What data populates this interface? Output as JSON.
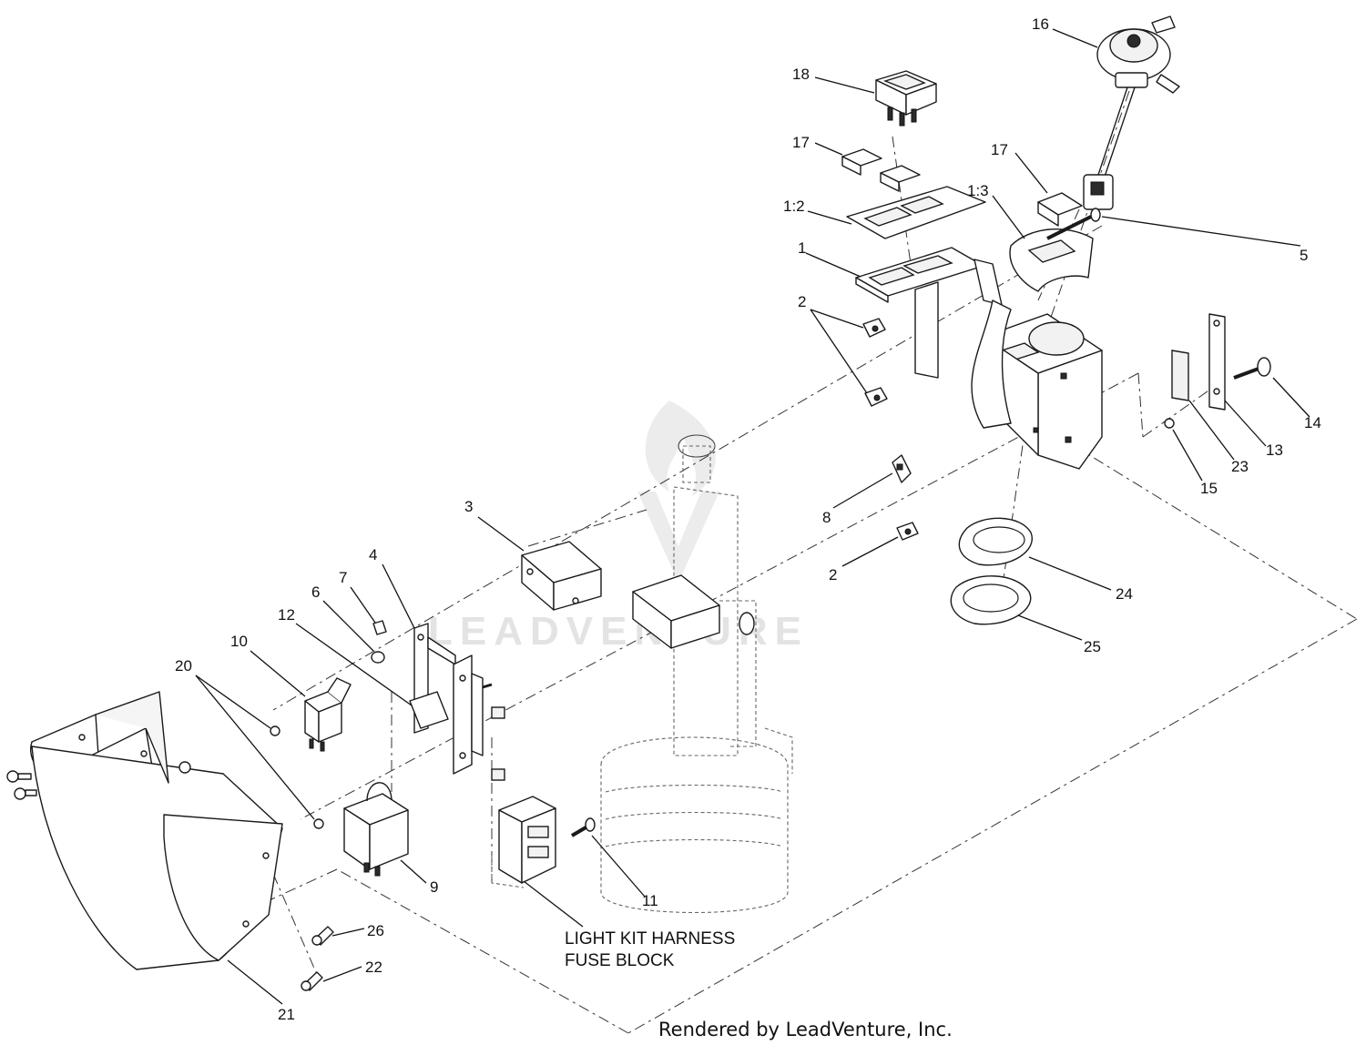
{
  "watermark": {
    "text": "LEADVENTURE"
  },
  "footer": {
    "credit": "Rendered by LeadVenture, Inc."
  },
  "note": {
    "line1": "LIGHT KIT HARNESS",
    "line2": "FUSE BLOCK"
  },
  "callouts": [
    {
      "id": "c16",
      "label": "16"
    },
    {
      "id": "c18",
      "label": "18"
    },
    {
      "id": "c17a",
      "label": "17"
    },
    {
      "id": "c17b",
      "label": "17"
    },
    {
      "id": "c12",
      "label": "1:2"
    },
    {
      "id": "c13",
      "label": "1:3"
    },
    {
      "id": "c1",
      "label": "1"
    },
    {
      "id": "c5",
      "label": "5"
    },
    {
      "id": "c2a",
      "label": "2"
    },
    {
      "id": "c14",
      "label": "14"
    },
    {
      "id": "c13b",
      "label": "13"
    },
    {
      "id": "c23",
      "label": "23"
    },
    {
      "id": "c15",
      "label": "15"
    },
    {
      "id": "c8",
      "label": "8"
    },
    {
      "id": "c2b",
      "label": "2"
    },
    {
      "id": "c24",
      "label": "24"
    },
    {
      "id": "c25",
      "label": "25"
    },
    {
      "id": "c3",
      "label": "3"
    },
    {
      "id": "c4",
      "label": "4"
    },
    {
      "id": "c7",
      "label": "7"
    },
    {
      "id": "c6",
      "label": "6"
    },
    {
      "id": "c12b",
      "label": "12"
    },
    {
      "id": "c10",
      "label": "10"
    },
    {
      "id": "c20",
      "label": "20"
    },
    {
      "id": "c9",
      "label": "9"
    },
    {
      "id": "c11",
      "label": "11"
    },
    {
      "id": "c26",
      "label": "26"
    },
    {
      "id": "c22",
      "label": "22"
    },
    {
      "id": "c21",
      "label": "21"
    }
  ]
}
